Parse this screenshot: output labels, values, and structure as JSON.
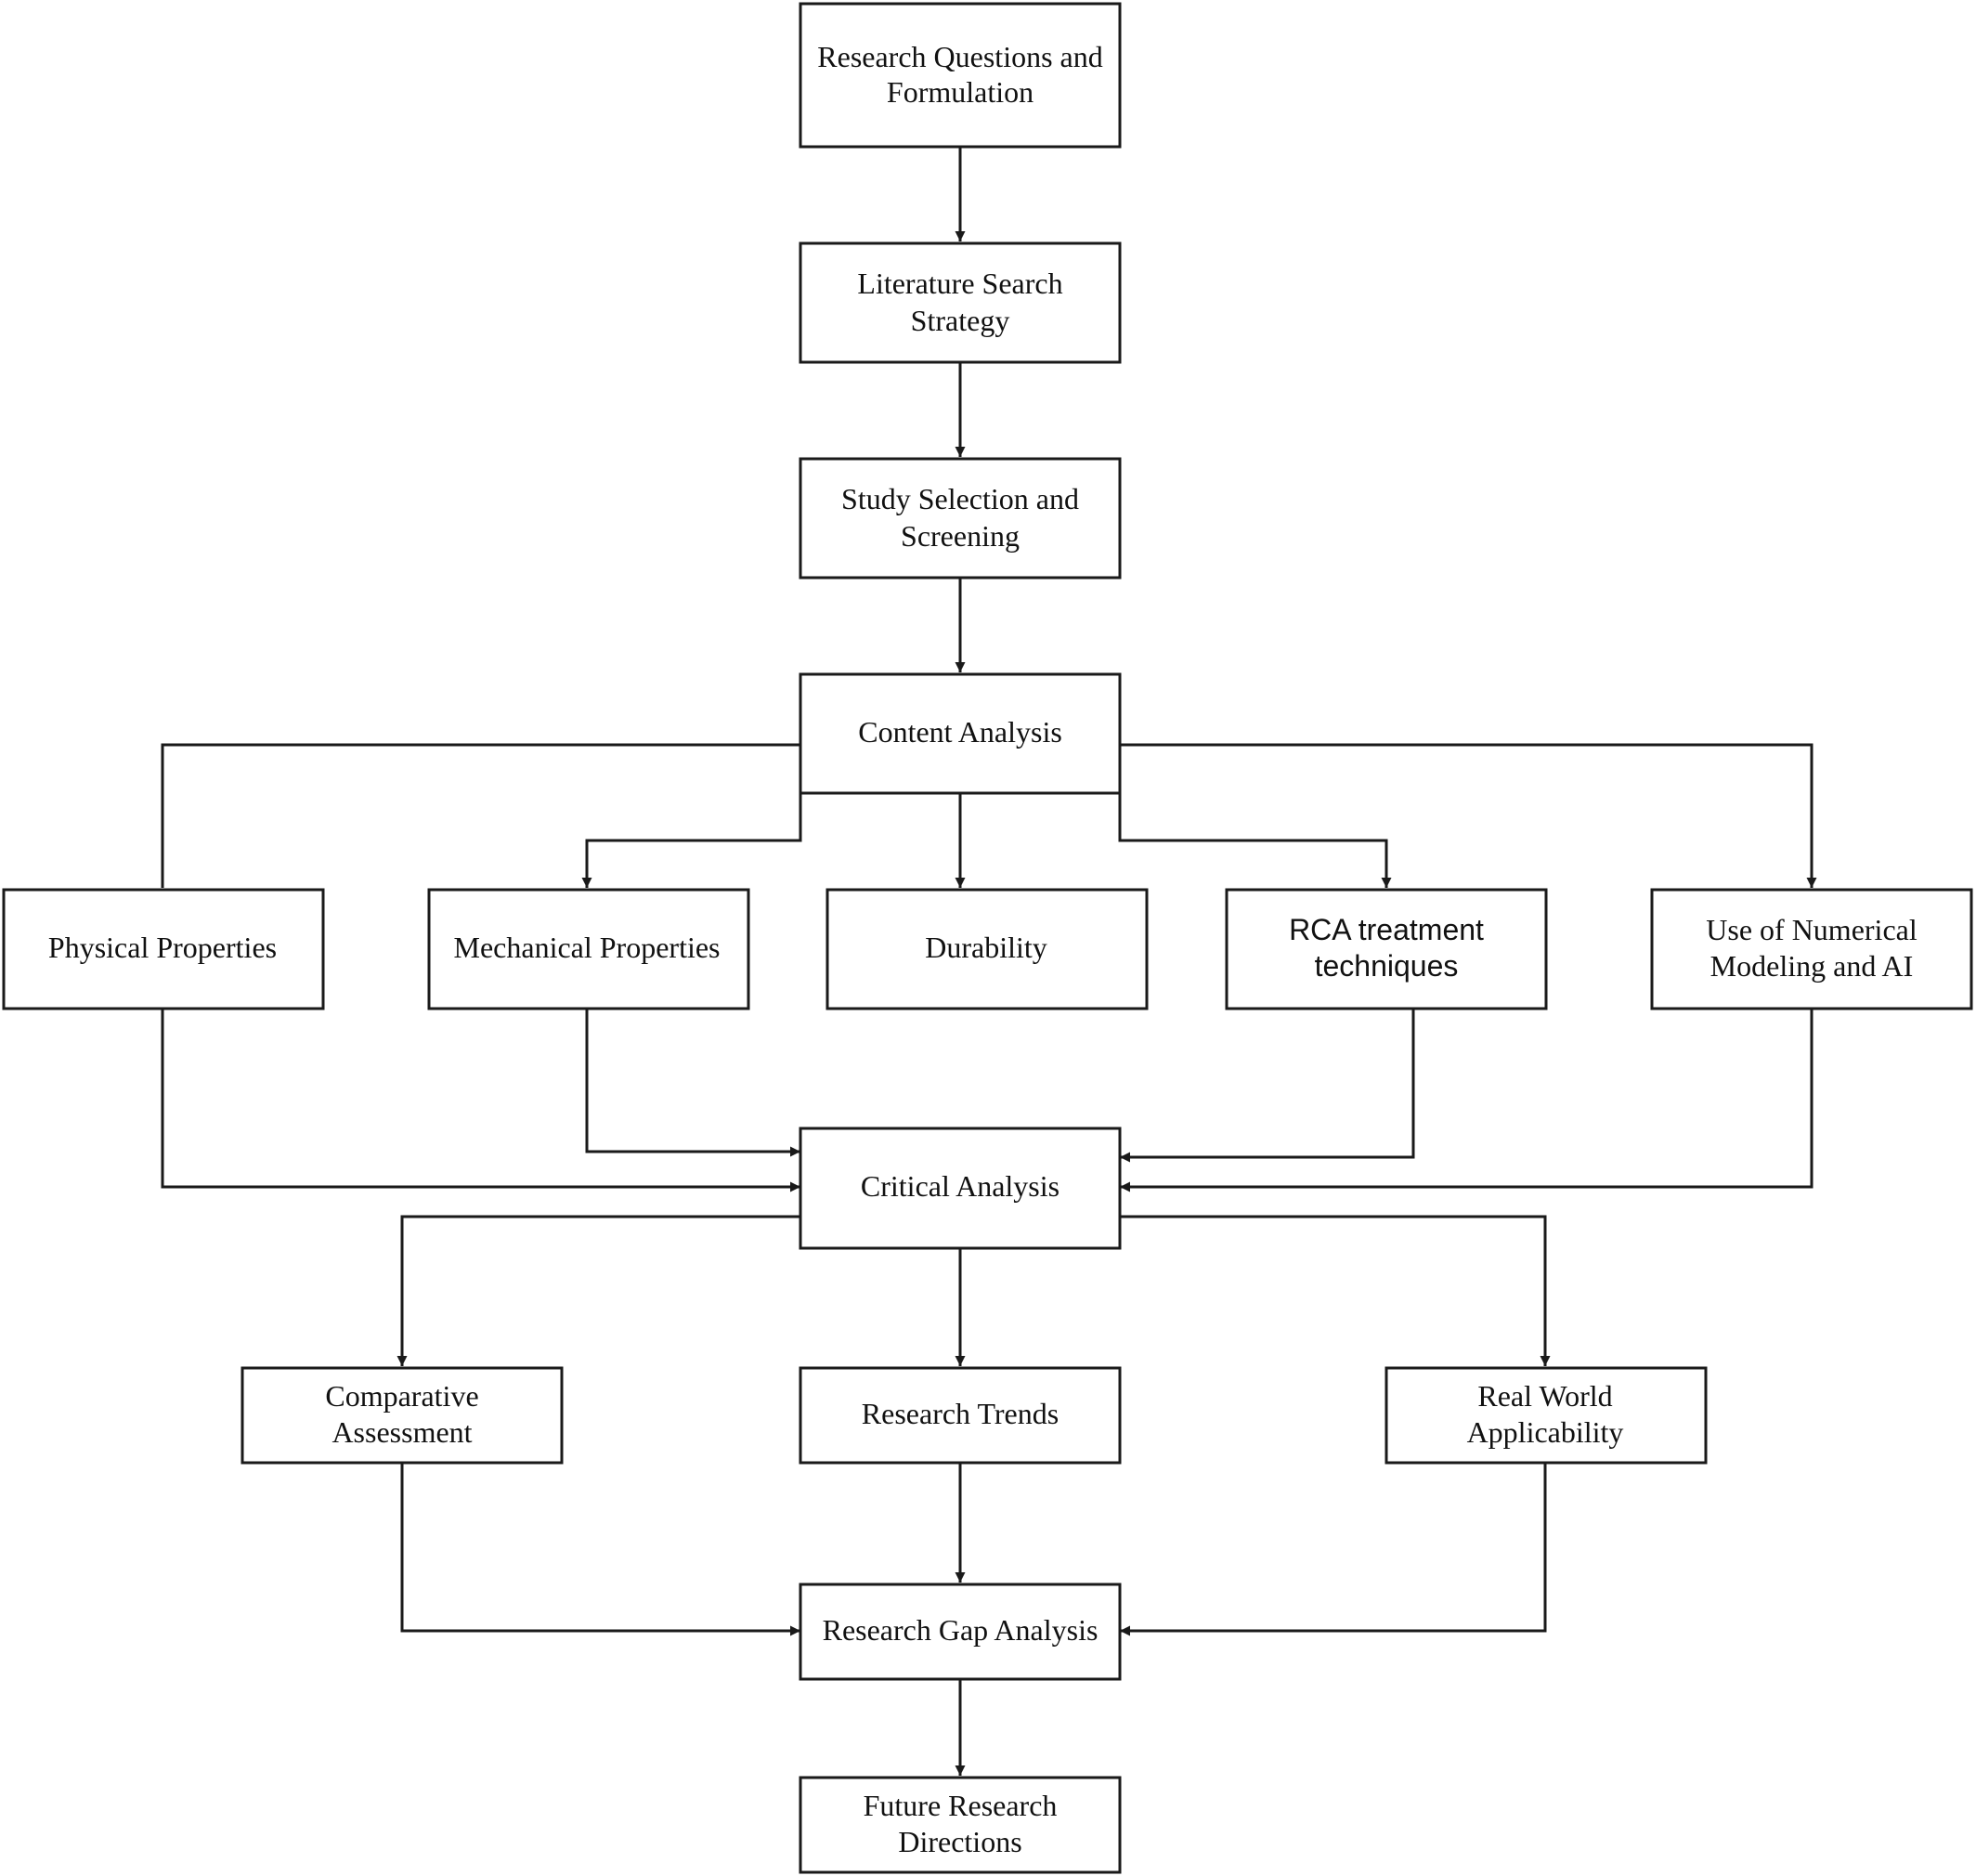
{
  "diagram": {
    "type": "flowchart",
    "nodes": [
      {
        "id": "rq",
        "lines": [
          "Research Questions and",
          "Formulation"
        ]
      },
      {
        "id": "lit",
        "lines": [
          "Literature Search",
          "Strategy"
        ]
      },
      {
        "id": "study",
        "lines": [
          "Study Selection and",
          "Screening"
        ]
      },
      {
        "id": "content",
        "lines": [
          "Content Analysis"
        ]
      },
      {
        "id": "phys",
        "lines": [
          "Physical Properties"
        ]
      },
      {
        "id": "mech",
        "lines": [
          "Mechanical Properties"
        ]
      },
      {
        "id": "dur",
        "lines": [
          "Durability"
        ]
      },
      {
        "id": "rca",
        "lines": [
          "RCA treatment",
          "techniques"
        ]
      },
      {
        "id": "num",
        "lines": [
          "Use of Numerical",
          "Modeling and AI"
        ]
      },
      {
        "id": "crit",
        "lines": [
          "Critical Analysis"
        ]
      },
      {
        "id": "comp",
        "lines": [
          "Comparative",
          "Assessment"
        ]
      },
      {
        "id": "trends",
        "lines": [
          "Research Trends"
        ]
      },
      {
        "id": "real",
        "lines": [
          "Real World",
          "Applicability"
        ]
      },
      {
        "id": "gap",
        "lines": [
          "Research Gap Analysis"
        ]
      },
      {
        "id": "future",
        "lines": [
          "Future Research",
          "Directions"
        ]
      }
    ],
    "edges": [
      {
        "from": "rq",
        "to": "lit"
      },
      {
        "from": "lit",
        "to": "study"
      },
      {
        "from": "study",
        "to": "content"
      },
      {
        "from": "content",
        "to": "phys",
        "arrow": false
      },
      {
        "from": "content",
        "to": "mech"
      },
      {
        "from": "content",
        "to": "dur"
      },
      {
        "from": "content",
        "to": "rca"
      },
      {
        "from": "content",
        "to": "num"
      },
      {
        "from": "phys",
        "to": "crit"
      },
      {
        "from": "mech",
        "to": "crit"
      },
      {
        "from": "rca",
        "to": "crit"
      },
      {
        "from": "num",
        "to": "crit"
      },
      {
        "from": "crit",
        "to": "comp"
      },
      {
        "from": "crit",
        "to": "trends"
      },
      {
        "from": "crit",
        "to": "real"
      },
      {
        "from": "comp",
        "to": "gap"
      },
      {
        "from": "trends",
        "to": "gap"
      },
      {
        "from": "real",
        "to": "gap"
      },
      {
        "from": "gap",
        "to": "future"
      }
    ],
    "colors": {
      "stroke": "#1a1a1a",
      "text": "#111111",
      "background": "#ffffff"
    }
  }
}
